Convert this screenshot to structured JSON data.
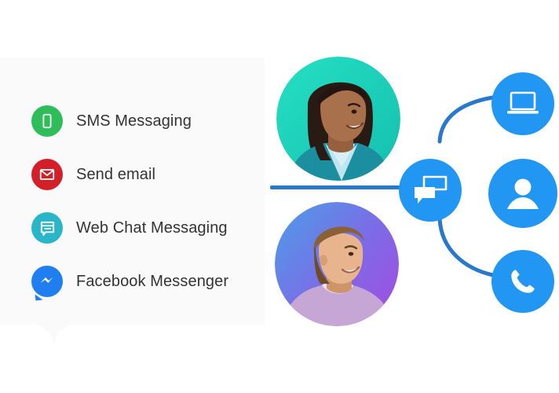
{
  "page": {
    "background_color": "#ffffff",
    "accent_blue": "#2196f3",
    "line_blue": "#2878cd"
  },
  "panel": {
    "name": "messaging-channels-panel",
    "background_color": "#fafafa",
    "channels": [
      {
        "label": "SMS Messaging",
        "icon": "mobile-phone-icon",
        "icon_color": "#2ebd59"
      },
      {
        "label": "Send email",
        "icon": "envelope-icon",
        "icon_color": "#d32028"
      },
      {
        "label": "Web Chat Messaging",
        "icon": "web-chat-window-icon",
        "icon_color": "#29b6c8"
      },
      {
        "label": "Facebook Messenger",
        "icon": "facebook-messenger-icon",
        "icon_color": "#1f7ff0"
      }
    ]
  },
  "avatars": [
    {
      "name": "avatar-woman",
      "description": "Smiling woman in teal blazer",
      "background_color": "#1fd6c0",
      "skin_color": "#a9704c",
      "hair_color": "#2a1a14",
      "clothing_color": "#1b8fa0",
      "shirt_color": "#bfe6ef"
    },
    {
      "name": "avatar-man",
      "description": "Smiling man in lavender sweater",
      "background_gradient_from": "#4f9ae8",
      "background_gradient_to": "#a24de0",
      "skin_color": "#e8b48d",
      "hair_color": "#8a6136",
      "clothing_color": "#c6a6d4"
    }
  ],
  "network": {
    "hub": {
      "name": "chat-hub-node",
      "icon": "chat-bubbles-icon",
      "color": "#2196f3"
    },
    "nodes": [
      {
        "name": "laptop-node",
        "icon": "laptop-icon",
        "color": "#2196f3"
      },
      {
        "name": "user-node",
        "icon": "user-avatar-icon",
        "color": "#2196f3"
      },
      {
        "name": "phone-node",
        "icon": "phone-handset-icon",
        "color": "#2196f3"
      }
    ],
    "connectors": [
      {
        "name": "hub-to-laptop-connector",
        "color": "#2878cd"
      },
      {
        "name": "hub-to-phone-connector",
        "color": "#2878cd"
      },
      {
        "name": "panel-to-hub-connector",
        "color": "#2878cd"
      }
    ]
  }
}
